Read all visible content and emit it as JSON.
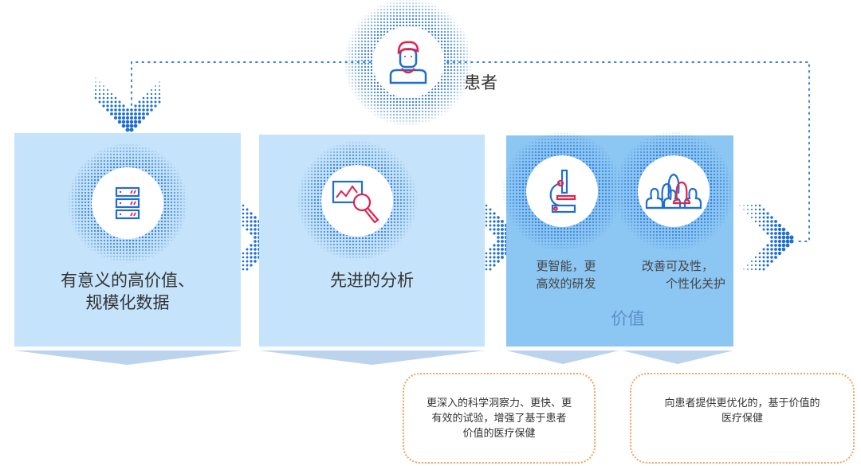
{
  "patient": {
    "label": "患者",
    "icon": "person-icon"
  },
  "stages": [
    {
      "title_line1": "有意义的高价值、",
      "title_line2": "规模化数据",
      "icon": "server-icon"
    },
    {
      "title": "先进的分析",
      "icon": "chart-magnifier-icon"
    },
    {
      "title": "价值",
      "items": [
        {
          "line1": "更智能，更",
          "line2": "高效的研发",
          "icon": "microscope-icon"
        },
        {
          "line1": "改善可及性，",
          "line2": "个性化关护",
          "icon": "group-icon"
        }
      ]
    }
  ],
  "outcomes": [
    {
      "line1": "更深入的科学洞察力、更快、更",
      "line2": "有效的试验，增强了基于患者",
      "line3": "价值的医疗保健"
    },
    {
      "line1": "向患者提供更优化的，基于价值的",
      "line2": "医疗保健"
    }
  ],
  "colors": {
    "box_light": "#c5e3fa",
    "box_dark": "#8cc6f3",
    "accent_blue": "#1f6fd0",
    "accent_red": "#e0224d",
    "dotted_orange": "#f4a15d"
  }
}
